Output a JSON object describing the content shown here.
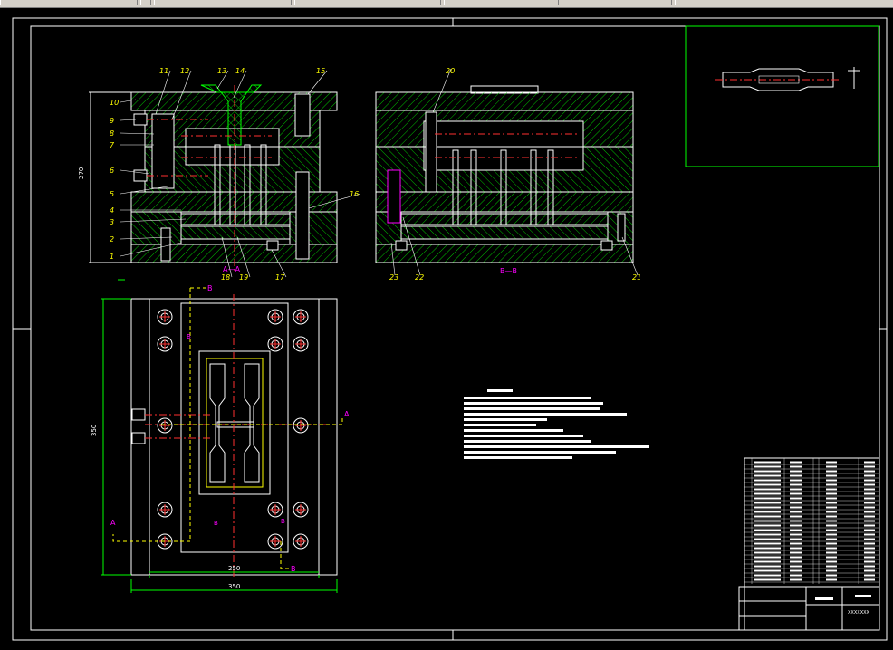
{
  "toolbar": {
    "segments": 7
  },
  "callouts": {
    "front": [
      "1",
      "2",
      "3",
      "4",
      "5",
      "6",
      "7",
      "8",
      "9",
      "10",
      "11",
      "12",
      "13",
      "14",
      "15",
      "16",
      "17",
      "18",
      "19"
    ],
    "side": [
      "20",
      "21",
      "22",
      "23"
    ]
  },
  "dimensions": {
    "front_height": "270",
    "plan_height": "350",
    "plan_inner_width": "250",
    "plan_outer_width": "350"
  },
  "section_labels": {
    "front": "A—A",
    "side": "B—B",
    "cut_a": "A",
    "cut_b": "B"
  },
  "colors": {
    "background": "#000000",
    "hatch": "#00ff00",
    "outline": "#ffffff",
    "callout": "#ffff00",
    "section": "#ff00ff",
    "centerline": "#ff3030"
  },
  "title_block": {
    "drawing_number": "XXXXXXX"
  }
}
